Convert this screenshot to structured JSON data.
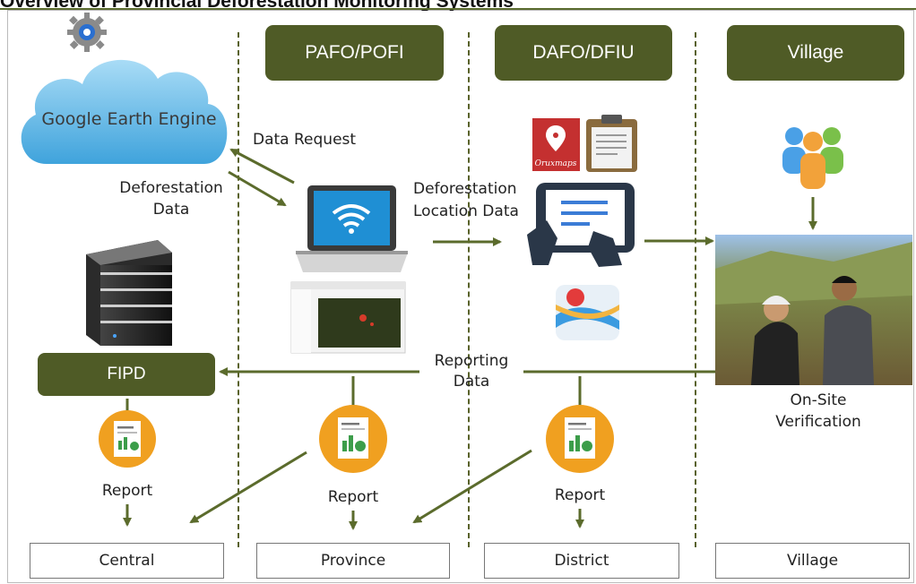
{
  "title": "Overview of Provincial Deforestation Monitoring Systems",
  "headers": {
    "pafo": "PAFO/POFI",
    "dafo": "DAFO/DFIU",
    "village": "Village"
  },
  "gee_label": "Google Earth Engine",
  "oruxmaps_label": "Oruxmaps",
  "labels": {
    "data_request": "Data Request",
    "deforestation_data_1": "Deforestation",
    "deforestation_data_2": "Data",
    "location_data_1": "Deforestation",
    "location_data_2": "Location Data",
    "reporting_1": "Reporting",
    "reporting_2": "Data",
    "onsite_1": "On-Site",
    "onsite_2": "Verification"
  },
  "fipd": "FIPD",
  "report_label": "Report",
  "bottom": {
    "central": "Central",
    "province": "Province",
    "district": "District",
    "village": "Village"
  },
  "colors": {
    "dark_green": "#4f5b26",
    "arrow_green": "#5b6b2c",
    "report_orange": "#f0a020"
  }
}
